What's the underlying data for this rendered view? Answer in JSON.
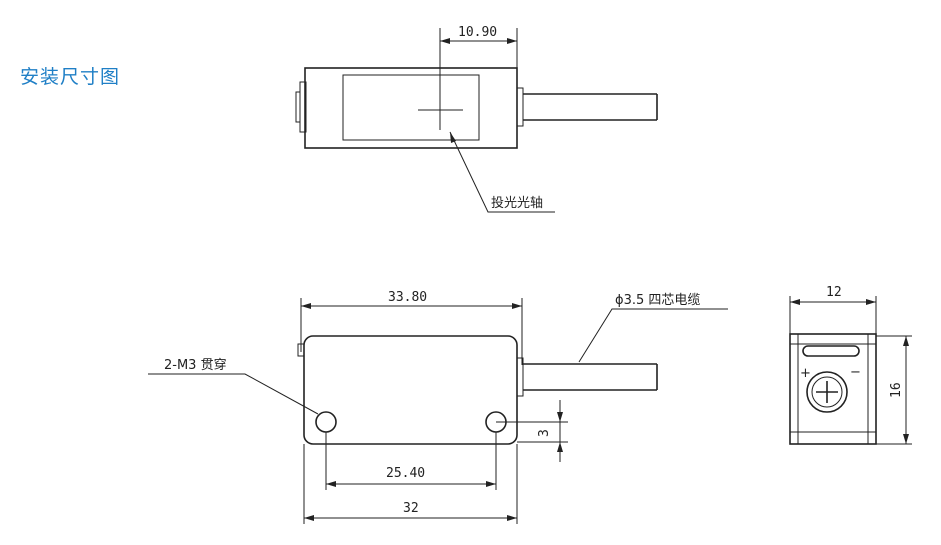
{
  "title": "安装尺寸图",
  "top_view": {
    "dim_width": "10.90",
    "axis_label": "投光光轴"
  },
  "side_view": {
    "dim_length": "33.80",
    "cable_label": "ϕ3.5 四芯电缆",
    "hole_label": "2-M3 贯穿",
    "dim_hole_spacing": "25.40",
    "dim_base": "32",
    "dim_hole_offset": "3"
  },
  "end_view": {
    "dim_width": "12",
    "dim_height": "16"
  }
}
